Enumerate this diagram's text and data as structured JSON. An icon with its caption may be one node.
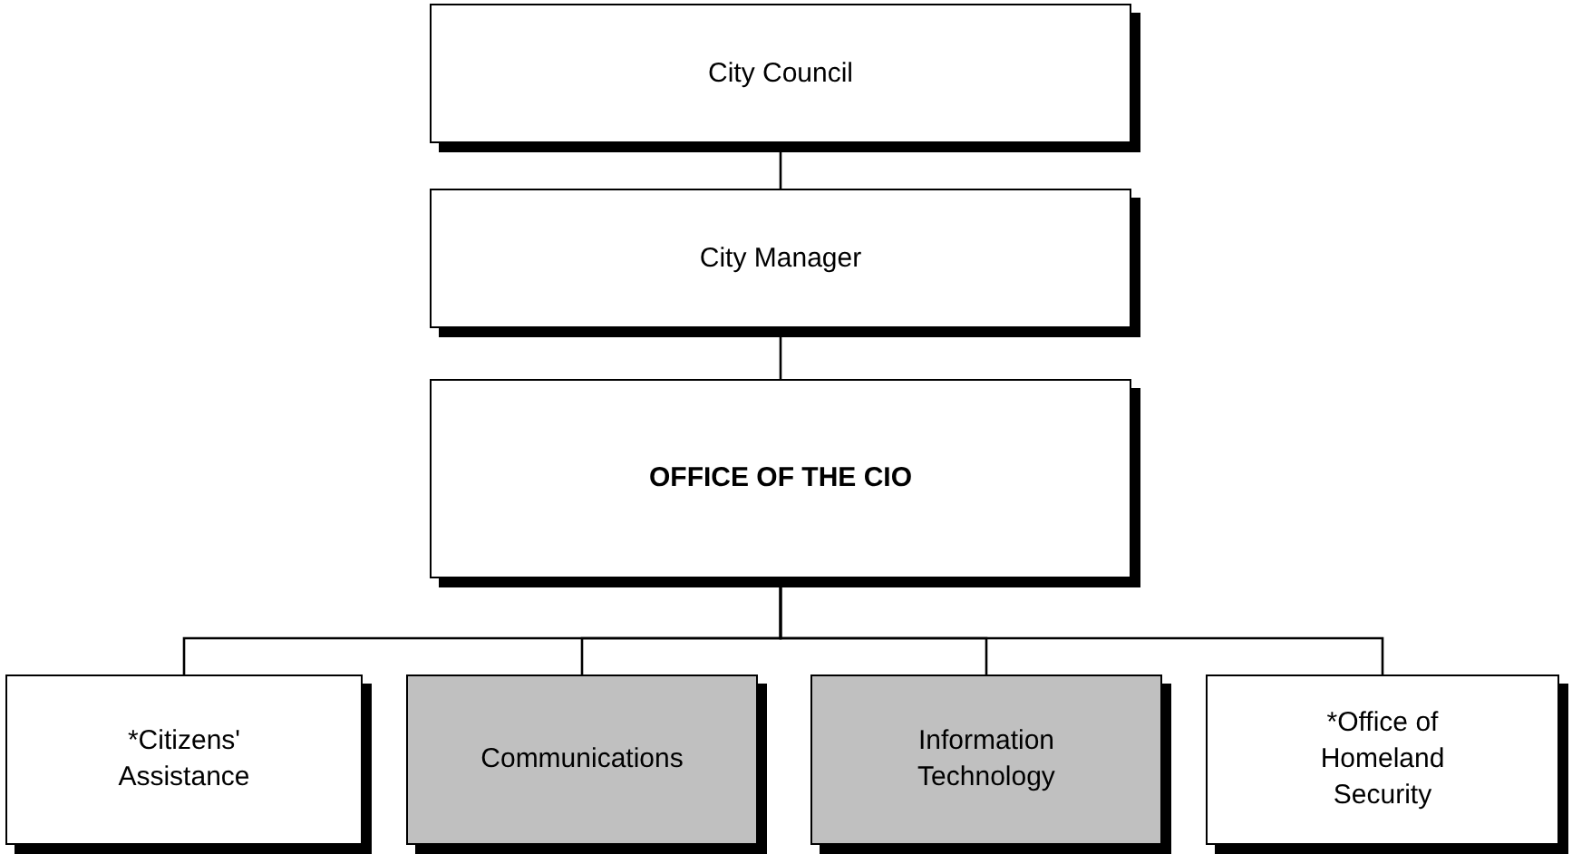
{
  "diagram": {
    "nodes": [
      {
        "text": [
          "City Council"
        ]
      },
      {
        "text": [
          "City Manager"
        ]
      },
      {
        "text": [
          "OFFICE OF THE CIO"
        ]
      },
      {
        "text": [
          "*Citizens' Assistance"
        ]
      },
      {
        "text": [
          "Communications"
        ]
      },
      {
        "text": [
          "Information Technology"
        ]
      },
      {
        "text": [
          "*Office of Homeland Security"
        ]
      }
    ],
    "edges": [
      {
        "from": 0,
        "to": 1,
        "arrow": "none"
      },
      {
        "from": 1,
        "to": 2,
        "arrow": "none"
      },
      {
        "from": 2,
        "to": 3,
        "arrow": "none"
      },
      {
        "from": 2,
        "to": 4,
        "arrow": "none"
      },
      {
        "from": 2,
        "to": 5,
        "arrow": "none"
      },
      {
        "from": 2,
        "to": 6,
        "arrow": "none"
      }
    ]
  }
}
